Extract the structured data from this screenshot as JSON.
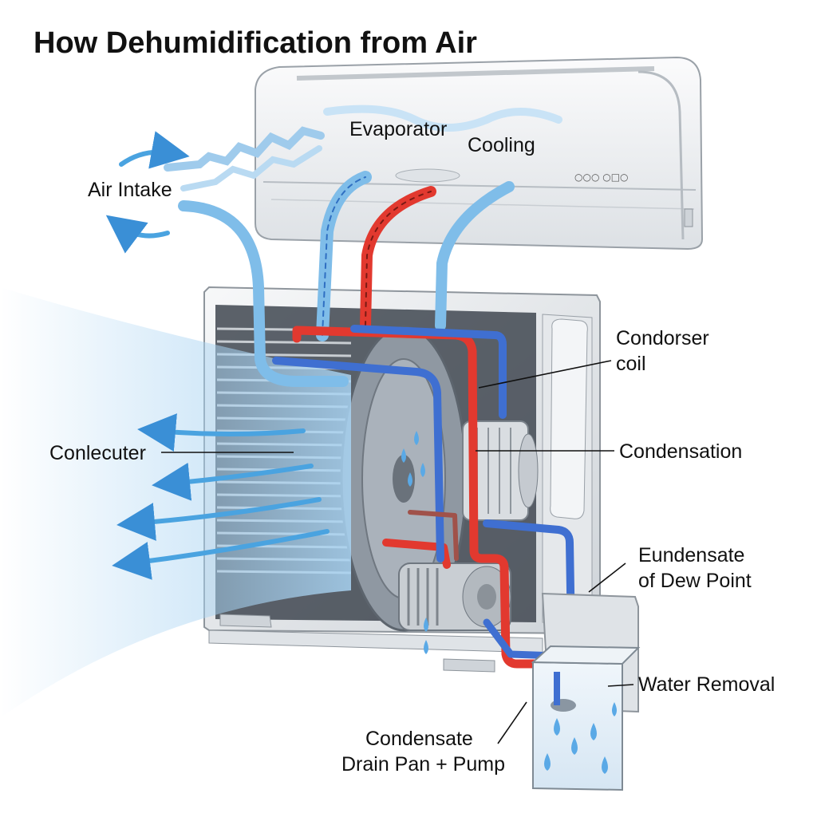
{
  "title": "How Dehumidification from Air",
  "labels": {
    "evaporator": "Evaporator",
    "cooling": "Cooling",
    "air_intake": "Air Intake",
    "condorser_line1": "Condorser",
    "condorser_line2": "coil",
    "conlecuter": "Conlecuter",
    "condensation": "Condensation",
    "eundensate_line1": "Eundensate",
    "eundensate_line2": "of Dew Point",
    "water_removal": "Water Removal",
    "drain_line1": "Condensate",
    "drain_line2": "Drain Pan + Pump"
  },
  "indoor_unit_display": "○○○ ○□○",
  "colors": {
    "hot_refrigerant": "#e2392f",
    "cold_refrigerant": "#3f6fd1",
    "air_flow": "#4aa3e0",
    "water": "#5aa9e6",
    "unit_body": "#eef0f2"
  },
  "icons": [
    "water-drop-icon",
    "air-arrow-icon",
    "fan-icon",
    "compressor-icon"
  ]
}
